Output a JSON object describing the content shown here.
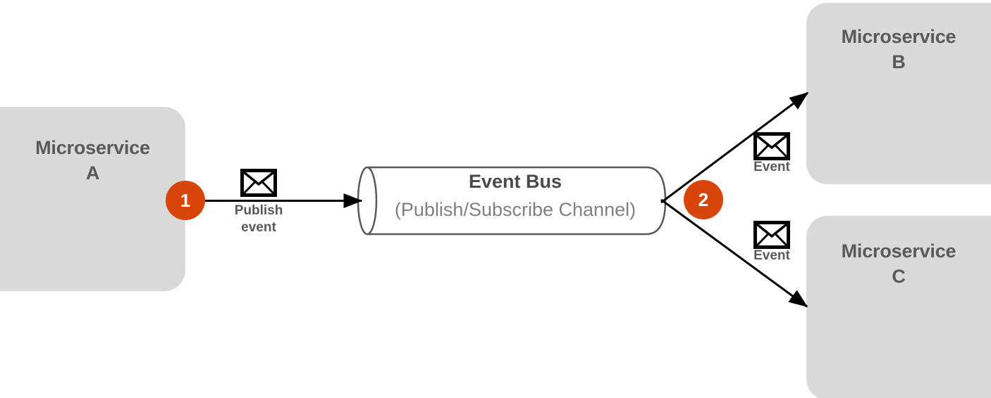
{
  "diagram": {
    "title": "Event Bus publish/subscribe microservices diagram",
    "colors": {
      "node_fill": "#D9D9D9",
      "node_text": "#595959",
      "badge_fill": "#D8450A",
      "badge_text": "#FFFFFF",
      "bus_title_text": "#4A4A4A",
      "bus_subtitle_text": "#808080",
      "arrow": "#000000",
      "cylinder_stroke": "#595959",
      "background": "#FFFFFF"
    }
  },
  "nodes": {
    "microservice_a": {
      "line1": "Microservice",
      "line2": "A"
    },
    "microservice_b": {
      "line1": "Microservice",
      "line2": "B"
    },
    "microservice_c": {
      "line1": "Microservice",
      "line2": "C"
    }
  },
  "bus": {
    "title": "Event Bus",
    "subtitle": "(Publish/Subscribe Channel)"
  },
  "badges": [
    {
      "id": "step-1",
      "label": "1"
    },
    {
      "id": "step-2",
      "label": "2"
    }
  ],
  "edge_labels": {
    "publish": "Publish\nevent",
    "event_b": "Event",
    "event_c": "Event"
  },
  "icons": {
    "envelope_publish": "envelope-icon",
    "envelope_b": "envelope-icon",
    "envelope_c": "envelope-icon"
  }
}
